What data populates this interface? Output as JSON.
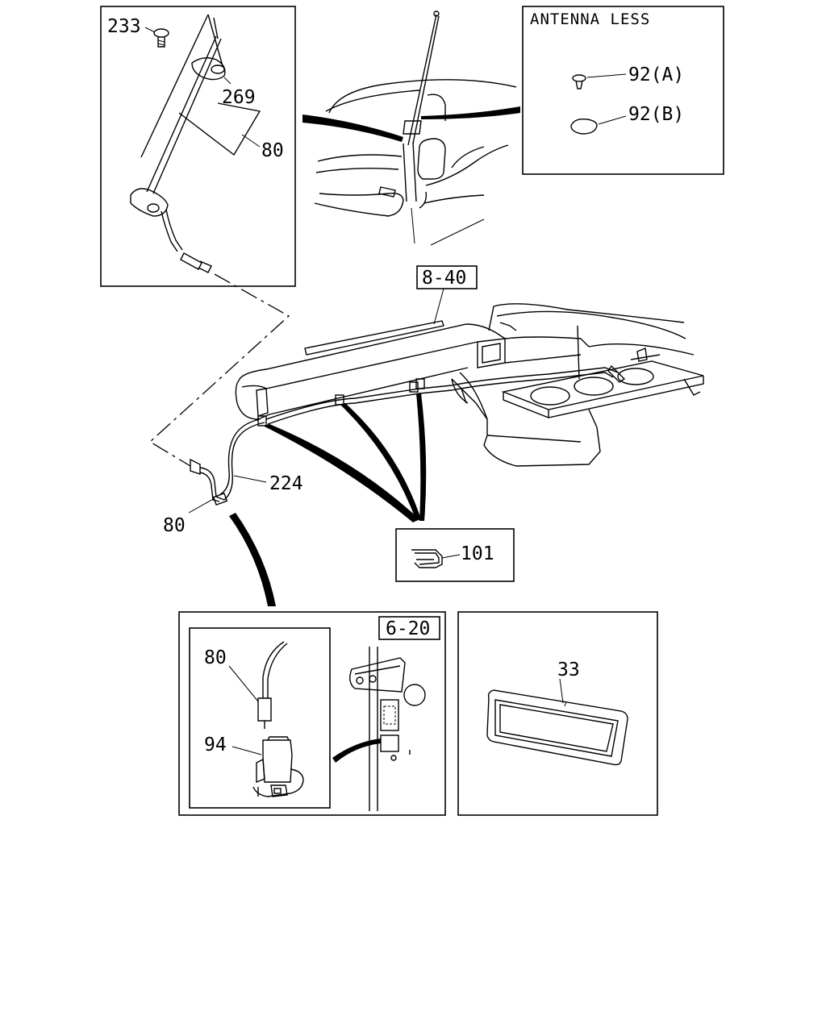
{
  "callouts": {
    "c233": "233",
    "c269": "269",
    "c80_top": "80",
    "antenna_less_title": "ANTENNA LESS",
    "c92a": "92(A)",
    "c92b": "92(B)",
    "ref_8_40": "8-40",
    "c224": "224",
    "c80_mid": "80",
    "c101": "101",
    "ref_6_20": "6-20",
    "c80_detail": "80",
    "c94": "94",
    "c33": "33"
  }
}
